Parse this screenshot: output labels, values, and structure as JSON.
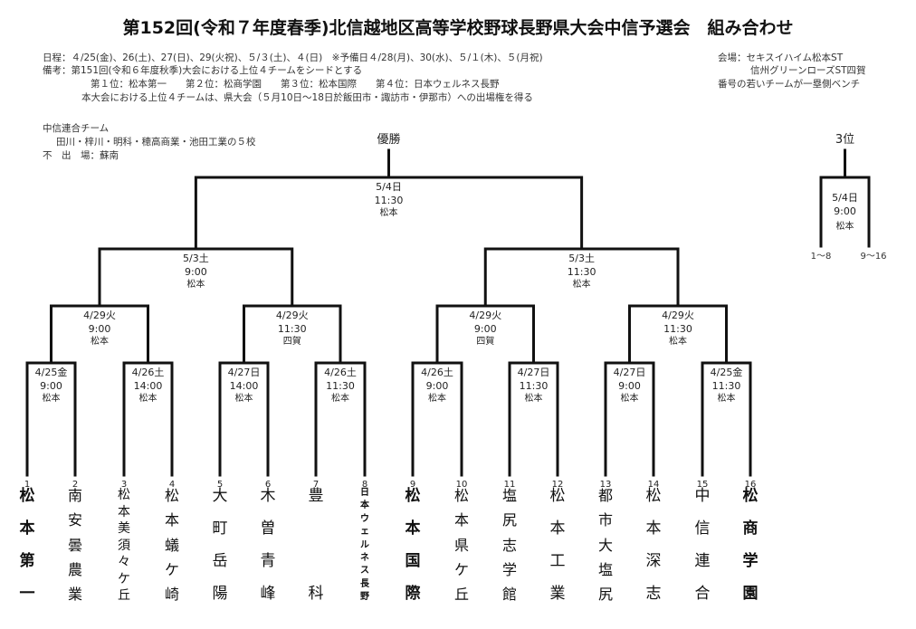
{
  "title": "第152回(令和７年度春季)北信越地区高等学校野球長野県大会中信予選会　組み合わせ",
  "info_lines": [
    "日程：４/25(金)、26(土)、27(日)、29(火祝)、５/３(土)、４(日)　※予備日４/28(月)、30(水)、５/１(木)、５(月祝)",
    "備考：第151回(令和６年度秋季)大会における上位４チームをシードとする",
    "第１位：松本第一　　第２位：松商学園　　第３位：松本国際　　第４位：日本ウェルネス長野",
    "本大会における上位４チームは、県大会（５月10日～18日於飯田市・諏訪市・伊那市）への出場権を得る"
  ],
  "venue_lines": [
    "会場：セキスイハイム松本ST",
    "信州グリーンローズST四賀",
    "番号の若いチームが一塁側ベンチ"
  ],
  "notes": [
    "中信連合チーム",
    "田川・梓川・明科・穂高商業・池田工業の５校",
    "不　出　場：蘇南"
  ],
  "labels": {
    "champion": "優勝",
    "third": "3位"
  },
  "third_place": {
    "date": "5/4日",
    "time": "9:00",
    "venue": "松本",
    "left_seed": "1～8",
    "right_seed": "9～16"
  },
  "matches": [
    {
      "date": "4/25金",
      "time": "9:00",
      "venue": "松本"
    },
    {
      "date": "4/26土",
      "time": "14:00",
      "venue": "松本"
    },
    {
      "date": "4/27日",
      "time": "14:00",
      "venue": "松本"
    },
    {
      "date": "4/26土",
      "time": "11:30",
      "venue": "松本"
    },
    {
      "date": "4/26土",
      "time": "9:00",
      "venue": "松本"
    },
    {
      "date": "4/27日",
      "time": "11:30",
      "venue": "松本"
    },
    {
      "date": "4/27日",
      "time": "9:00",
      "venue": "松本"
    },
    {
      "date": "4/25金",
      "time": "11:30",
      "venue": "松本"
    },
    {
      "date": "4/29火",
      "time": "9:00",
      "venue": "松本"
    },
    {
      "date": "4/29火",
      "time": "11:30",
      "venue": "四賀"
    },
    {
      "date": "4/29火",
      "time": "9:00",
      "venue": "四賀"
    },
    {
      "date": "4/29火",
      "time": "11:30",
      "venue": "松本"
    },
    {
      "date": "5/3土",
      "time": "9:00",
      "venue": "松本"
    },
    {
      "date": "5/3土",
      "time": "11:30",
      "venue": "松本"
    },
    {
      "date": "5/4日",
      "time": "11:30",
      "venue": "松本"
    }
  ],
  "teams": [
    {
      "num": "1",
      "name": "松本第一",
      "seed": true
    },
    {
      "num": "2",
      "name": "南安曇農業",
      "seed": false
    },
    {
      "num": "3",
      "name": "松本美須々ケ丘",
      "seed": false
    },
    {
      "num": "4",
      "name": "松本蟻ケ崎",
      "seed": false
    },
    {
      "num": "5",
      "name": "大町岳陽",
      "seed": false
    },
    {
      "num": "6",
      "name": "木曽青峰",
      "seed": false
    },
    {
      "num": "7",
      "name": "豊科",
      "seed": false
    },
    {
      "num": "8",
      "name": "日本ウェルネス長野",
      "seed": true
    },
    {
      "num": "9",
      "name": "松本国際",
      "seed": true
    },
    {
      "num": "10",
      "name": "松本県ケ丘",
      "seed": false
    },
    {
      "num": "11",
      "name": "塩尻志学館",
      "seed": false
    },
    {
      "num": "12",
      "name": "松本工業",
      "seed": false
    },
    {
      "num": "13",
      "name": "都市大塩尻",
      "seed": false
    },
    {
      "num": "14",
      "name": "松本深志",
      "seed": false
    },
    {
      "num": "15",
      "name": "中信連合",
      "seed": false
    },
    {
      "num": "16",
      "name": "松商学園",
      "seed": true
    }
  ]
}
